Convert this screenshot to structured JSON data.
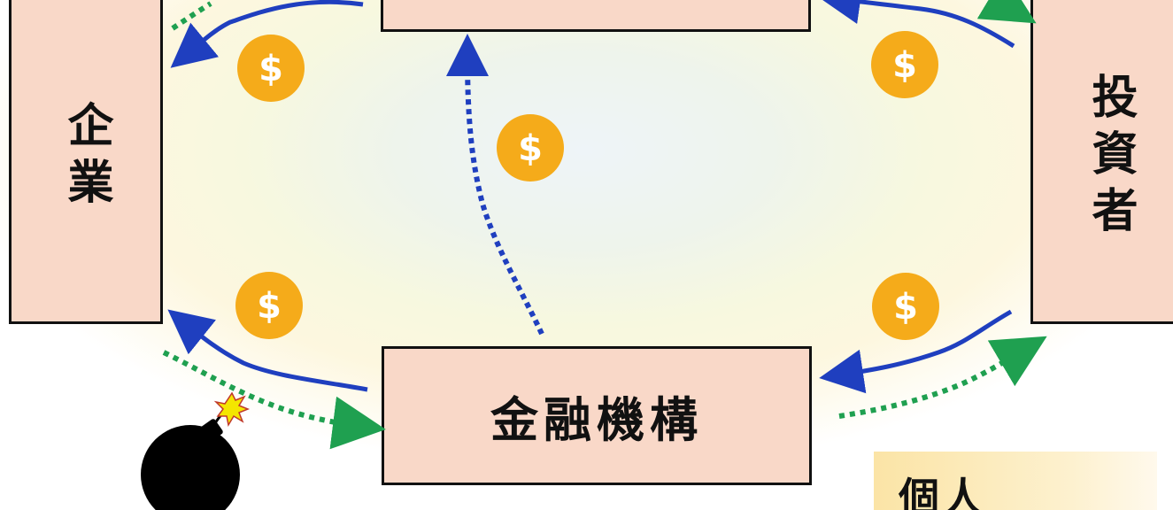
{
  "nodes": {
    "top_box_label": "",
    "company": "企業",
    "investor": "投資者",
    "financial_institution": "金融機構",
    "individual": "個人"
  },
  "coin_symbol": "$",
  "colors": {
    "box_fill": "#f9d8c8",
    "box_border": "#111111",
    "money_flow": "#1f3fbf",
    "credit_flow": "#1fa050",
    "coin": "#f5ab1a",
    "bomb": "#000000",
    "spark": "#f4e600"
  },
  "icons": [
    "dollar-coin-icon",
    "bomb-icon",
    "spark-icon",
    "arrow-icon"
  ]
}
